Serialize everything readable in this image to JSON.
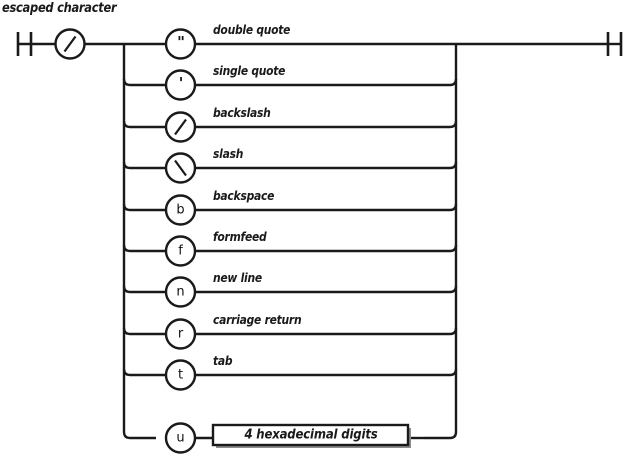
{
  "diagram": {
    "title": "escaped character",
    "type": "railroad-syntax-diagram",
    "start_marker": "terminator-bar",
    "end_marker": "terminator-bar",
    "prefix_token": {
      "glyph": "\\",
      "name": "backslash-token"
    },
    "branches": [
      {
        "glyph": "\"",
        "label": "double quote",
        "name": "double-quote"
      },
      {
        "glyph": "'",
        "label": "single quote",
        "name": "single-quote"
      },
      {
        "glyph": "\\",
        "label": "backslash",
        "name": "backslash"
      },
      {
        "glyph": "/",
        "label": "slash",
        "name": "slash"
      },
      {
        "glyph": "b",
        "label": "backspace",
        "name": "backspace"
      },
      {
        "glyph": "f",
        "label": "formfeed",
        "name": "formfeed"
      },
      {
        "glyph": "n",
        "label": "new line",
        "name": "new-line"
      },
      {
        "glyph": "r",
        "label": "carriage return",
        "name": "carriage-return"
      },
      {
        "glyph": "t",
        "label": "tab",
        "name": "tab"
      },
      {
        "glyph": "u",
        "label": "",
        "name": "unicode-escape",
        "box_label": "4 hexadecimal digits"
      }
    ],
    "colors": {
      "line": "#1a1a1a",
      "text": "#1a1a1a",
      "background": "#ffffff",
      "box_fill": "#ffffff",
      "box_shadow": "#808080"
    }
  }
}
